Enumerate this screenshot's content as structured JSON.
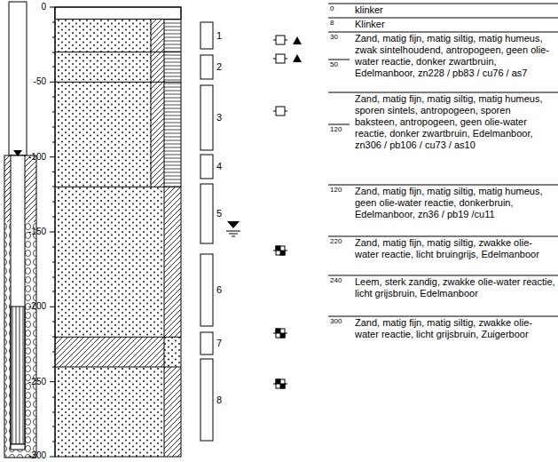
{
  "diagram": {
    "labels": [
      "0",
      "-50",
      "-100",
      "-150",
      "-200",
      "-250",
      "-300",
      "1",
      "2",
      "3",
      "4",
      "5",
      "6",
      "7",
      "8",
      "0",
      "8",
      "30",
      "50",
      "120",
      "220",
      "240",
      "300",
      "klinker",
      "Klinker",
      "Zand, matig fijn, matig siltig, matig humeus, zwak sintelhoudend, antropogeen, geen olie-water reactie, donker zwartbruin, Edelmanboor, zn228 / pb83 / cu76 / as7",
      "Zand, matig fijn, matig siltig, matig humeus, sporen sintels, antropogeen, sporen baksteen, antropogeen, geen olie-water reactie, donker zwartbruin, Edelmanboor, zn306 / pb106 / cu73 / as10",
      "Zand, matig fijn, matig siltig, matig humeus, geen olie-water reactie, donkerbruin, Edelmanboor, zn36 / pb19 /cu11",
      "Zand, matig fijn, matig siltig, zwakke olie-water reactie, licht bruingrijs, Edelmanboor",
      "Leem, sterk zandig, zwakke olie-water reactie, licht grijsbruin, Edelmanboor",
      "Zand, matig fijn, matig siltig, zwakke olie-water reactie, licht grijsbruin, Zuigerboor"
    ]
  }
}
